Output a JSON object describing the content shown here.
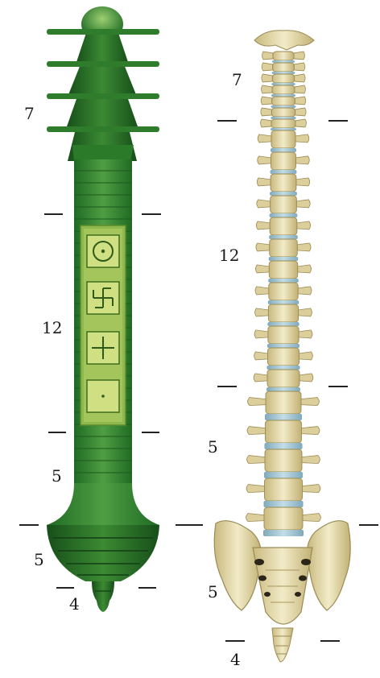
{
  "left_figure": {
    "labels": {
      "cervical": "7",
      "thoracic": "12",
      "lumbar": "5",
      "sacral": "5",
      "coccygeal": "4"
    },
    "symbols": [
      "circle-dot-symbol",
      "swastika-symbol",
      "cross-symbol",
      "dot-symbol"
    ]
  },
  "right_figure": {
    "labels": {
      "cervical": "7",
      "thoracic": "12",
      "lumbar": "5",
      "sacral": "5",
      "coccygeal": "4"
    }
  },
  "colors": {
    "green_dark": "#1f6b24",
    "green_mid": "#3a8c34",
    "green_light": "#5ea84e",
    "panel": "#c7d97a",
    "bone": "#e6dcae",
    "bone_shadow": "#b9ab74",
    "disc": "#9fc4d4"
  }
}
